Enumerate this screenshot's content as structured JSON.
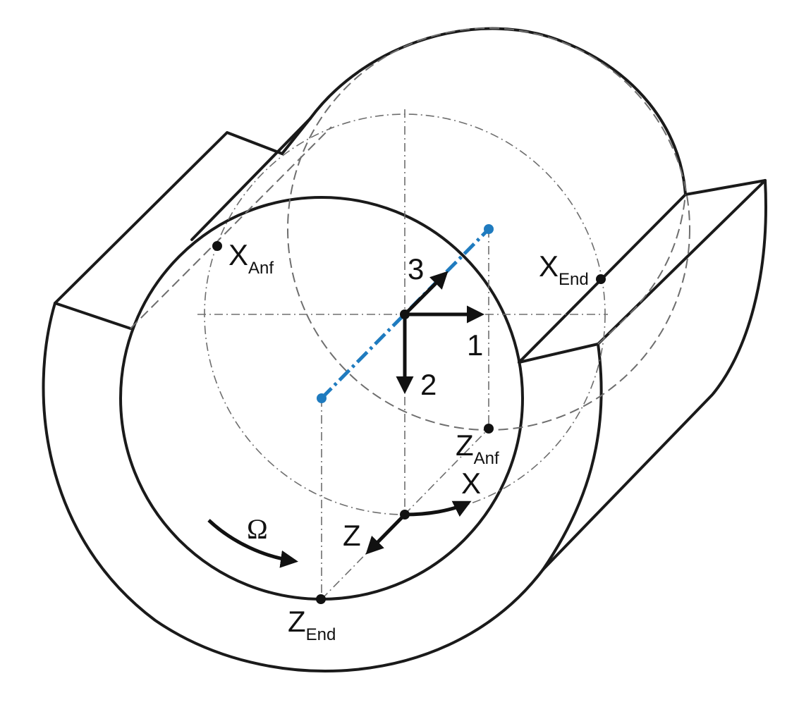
{
  "labels": {
    "x_anf": {
      "main": "X",
      "sub": "Anf"
    },
    "x_end": {
      "main": "X",
      "sub": "End"
    },
    "z_anf": {
      "main": "Z",
      "sub": "Anf"
    },
    "z_end": {
      "main": "Z",
      "sub": "End"
    },
    "axis_1": "1",
    "axis_2": "2",
    "axis_3": "3",
    "x": "X",
    "z": "Z",
    "omega": "Ω"
  },
  "colors": {
    "outline": "#1a1a1a",
    "construction": "#6e6e6e",
    "rotation_axis": "#1f7bbf"
  }
}
